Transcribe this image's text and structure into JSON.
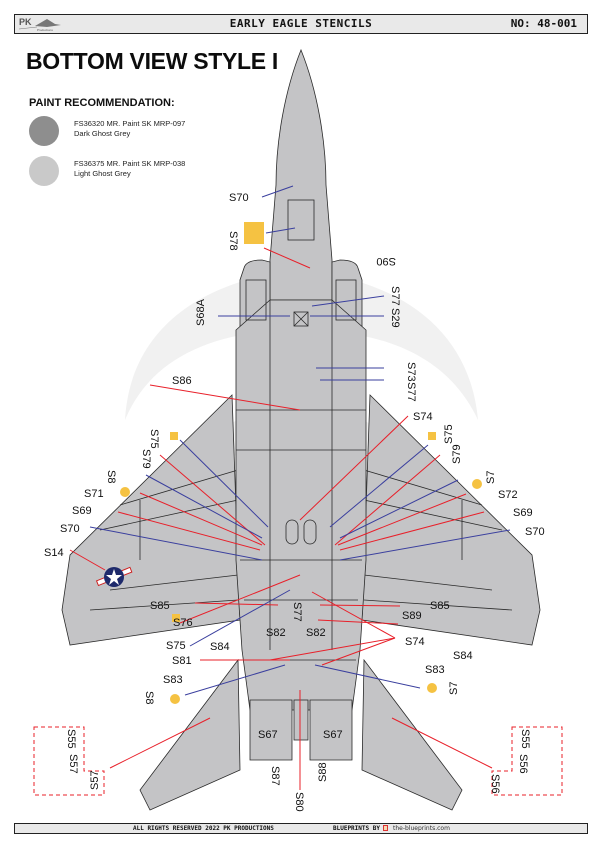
{
  "header": {
    "logo_text": "PK",
    "logo_sub": "Productions",
    "title": "EARLY EAGLE STENCILS",
    "code": "NO: 48-001"
  },
  "page_title": "BOTTOM VIEW STYLE I",
  "paint": {
    "heading": "PAINT RECOMMENDATION:",
    "items": [
      {
        "line1": "FS36320 MR. Paint SK MRP-097",
        "line2": "Dark Ghost Grey",
        "color": "#8e8e8e"
      },
      {
        "line1": "FS36375 MR. Paint SK MRP-038",
        "line2": "Light Ghost Grey",
        "color": "#c9c9c9"
      }
    ]
  },
  "colors": {
    "airframe": "#c4c4c6",
    "outline": "#2a2a2a",
    "leader_red": "#e8202a",
    "leader_blue": "#3a3f9e",
    "stencil_yellow": "#f5c242",
    "roundel_blue": "#1e2a6b"
  },
  "stencil_labels": {
    "s70_nose": "S70",
    "s78": "S78",
    "s90": "S90",
    "s77_top": "S77",
    "s29": "S29",
    "s68a": "S68A",
    "s73": "S73",
    "s77_mid": "S77",
    "s86": "S86",
    "s74_top": "S74",
    "s75_left": "S75",
    "s79_left": "S79",
    "s8_left": "S8",
    "s71": "S71",
    "s69_left": "S69",
    "s70_left": "S70",
    "s14": "S14",
    "s75_right": "S75",
    "s79_right": "S79",
    "s7_right": "S7",
    "s72": "S72",
    "s69_right": "S69",
    "s70_right": "S70",
    "s85_left": "S85",
    "s76": "S76",
    "s77_low": "S77",
    "s82_left": "S82",
    "s82_right": "S82",
    "s85_right": "S85",
    "s89": "S89",
    "s75_low": "S75",
    "s84_left": "S84",
    "s81": "S81",
    "s74_low": "S74",
    "s84_right": "S84",
    "s83_left": "S83",
    "s83_right": "S83",
    "s8_low": "S8",
    "s7_low": "S7",
    "s67_left": "S67",
    "s67_right": "S67",
    "s87": "S87",
    "s88": "S88",
    "s80": "S80",
    "s55_left": "S55",
    "s57_left_a": "S57",
    "s57_left_b": "S57",
    "s55_right": "S55",
    "s56_right_a": "S56",
    "s56_right_b": "S56"
  },
  "footer": {
    "rights": "ALL RIGHTS RESERVED 2022 PK PRODUCTIONS",
    "blueprints_by": "BLUEPRINTS BY",
    "site": "the-blueprints.com"
  }
}
